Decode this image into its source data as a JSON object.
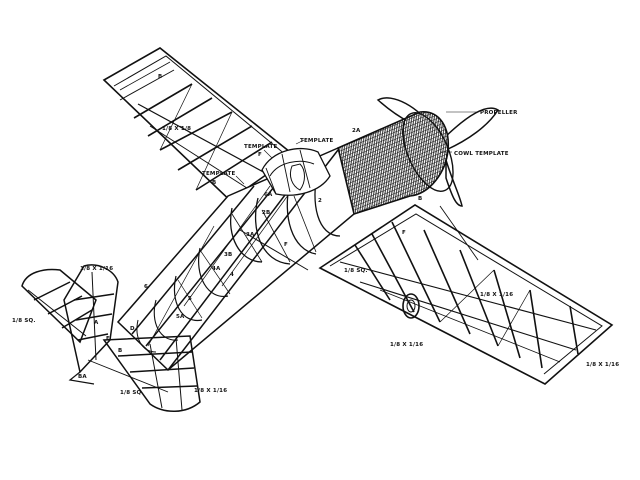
{
  "labels": {
    "propeller": "PROPELLER",
    "cowl_template": "COWL TEMPLATE",
    "template_center": "TEMPLATE",
    "template_left_upper": "TEMPLATE",
    "template_left_lower": "TEMPLATE",
    "template_left_lower_sub": "B",
    "template_left_upper_sub": "F",
    "wing_left_spar": "1/8 X 1/8",
    "wing_right_a": "1/8 SQ.",
    "wing_right_b": "1/8 X 1/16",
    "wing_right_c": "1/8 X 1/16",
    "wing_right_tip": "1/8 X 1/16",
    "fin_top": "1/8 X 1/16",
    "stab_left": "1/8 SQ.",
    "stab_bottom": "1/8 SQ.",
    "stab_right": "1/8 X 1/16",
    "fuse_a": "2A",
    "fuse_b": "2B",
    "fuse_c": "3A",
    "fuse_d": "3B",
    "fuse_e": "2",
    "fuse_f": "4",
    "fuse_g": "6A",
    "fuse_h": "4A",
    "fuse_i": "5",
    "fuse_j": "5A",
    "fuse_k": "6",
    "fuse_l": "F",
    "fuse_m": "B",
    "tail_a": "BA",
    "tail_b": "B",
    "tail_c": "D",
    "tail_d": "E",
    "tail_e": "A",
    "wing_r_a": "F",
    "wing_r_b": "B"
  }
}
